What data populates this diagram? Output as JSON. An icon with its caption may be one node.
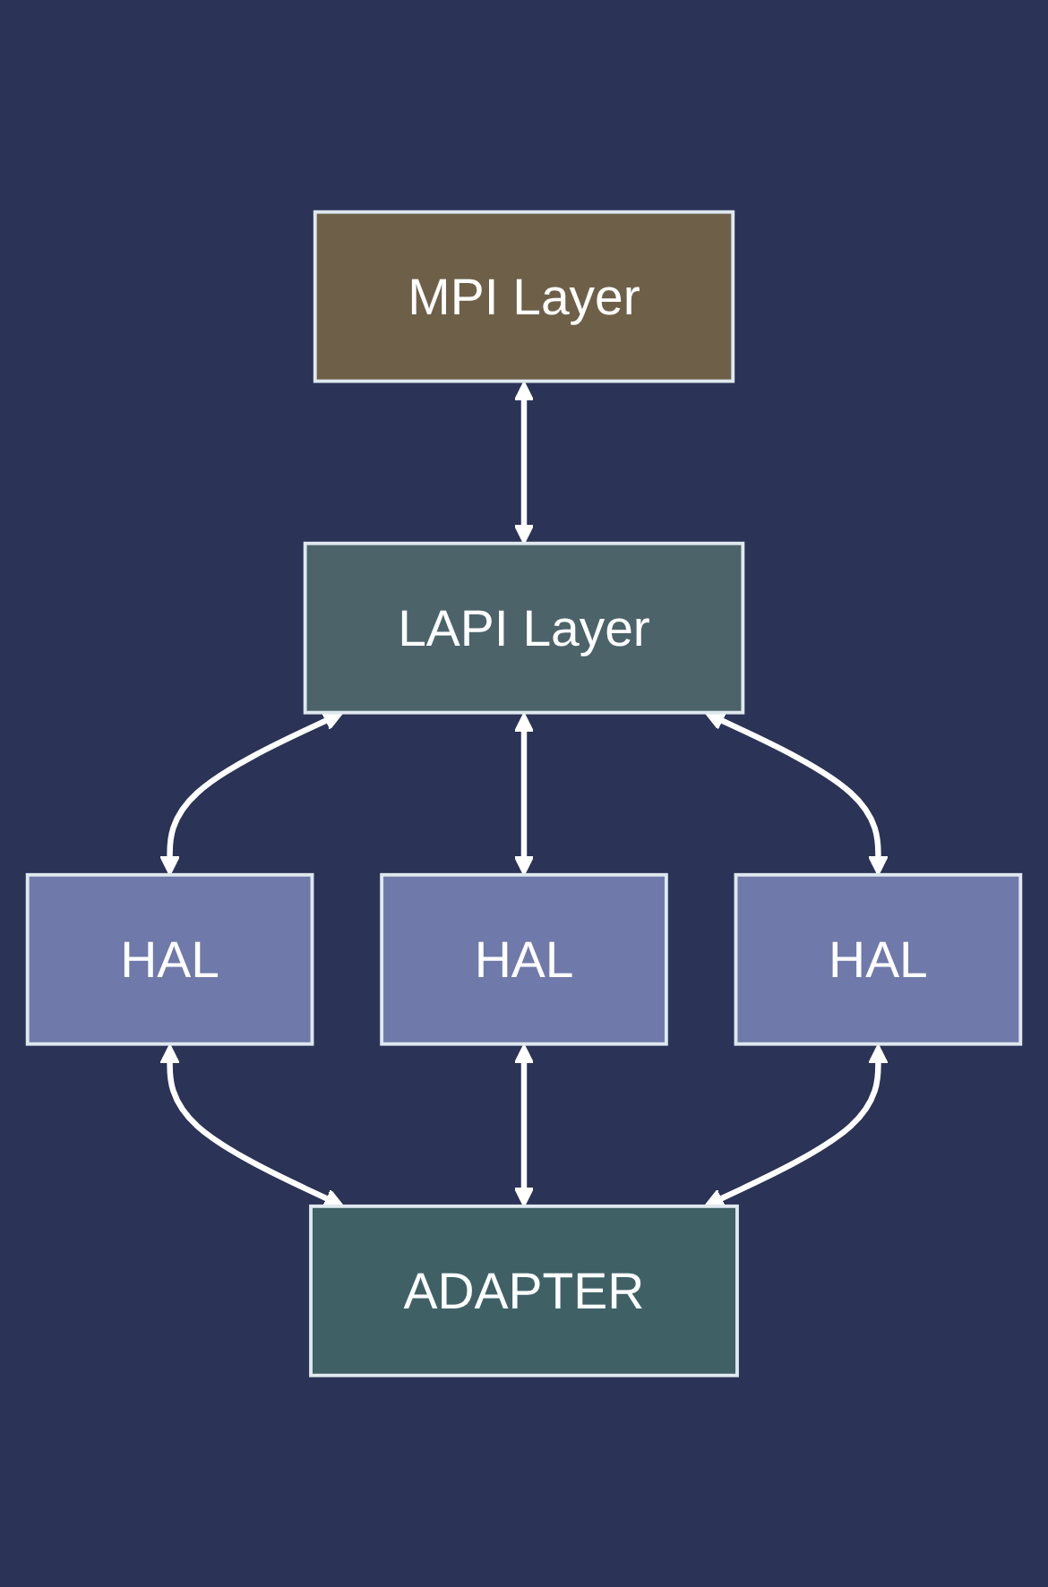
{
  "diagram": {
    "nodes": [
      {
        "text": [
          "MPI Layer"
        ]
      },
      {
        "text": [
          "LAPI Layer"
        ]
      },
      {
        "text": [
          "HAL"
        ]
      },
      {
        "text": [
          "HAL"
        ]
      },
      {
        "text": [
          "HAL"
        ]
      },
      {
        "text": [
          "ADAPTER"
        ]
      }
    ],
    "edges": [
      {
        "from": 0,
        "to": 1,
        "arrow": "both"
      },
      {
        "from": 1,
        "to": 2,
        "arrow": "both"
      },
      {
        "from": 1,
        "to": 3,
        "arrow": "both"
      },
      {
        "from": 1,
        "to": 4,
        "arrow": "both"
      },
      {
        "from": 2,
        "to": 5,
        "arrow": "both"
      },
      {
        "from": 3,
        "to": 5,
        "arrow": "both"
      },
      {
        "from": 4,
        "to": 5,
        "arrow": "both"
      }
    ]
  }
}
